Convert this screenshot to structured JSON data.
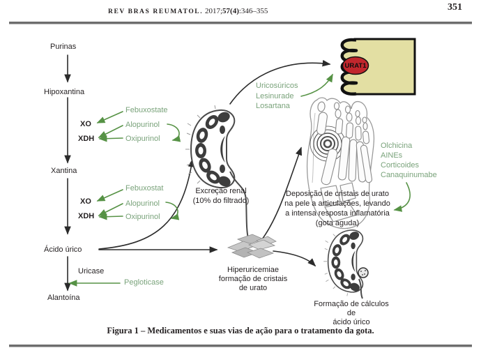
{
  "header": {
    "journal_name": "REV BRAS REUMATOL.",
    "journal_year": " 2017;",
    "journal_volume": "57(4)",
    "journal_pages": ":346–355",
    "page_number": "351"
  },
  "pathway": {
    "purinas": "Purinas",
    "hipoxantina": "Hipoxantina",
    "xantina": "Xantina",
    "acido_urico": "Ácido úrico",
    "uricase": "Uricase",
    "alantoina": "Alantoína",
    "xo_1": "XO",
    "xdh_1": "XDH",
    "xo_2": "XO",
    "xdh_2": "XDH"
  },
  "drugs": {
    "xo_inhibitors_1": [
      "Febuxostate",
      "Alopurinol",
      "Oxipurinol"
    ],
    "xo_inhibitors_2": [
      "Febuxostat",
      "Alopurinol",
      "Oxipurinol"
    ],
    "uricase_drug": "Pegloticase",
    "uricosuric": [
      "Uricosúricos",
      "Lesinurade",
      "Losartana"
    ],
    "antiinflammatory": [
      "Olchicina",
      "AINEs",
      "Corticoides",
      "Canaquinumabe"
    ]
  },
  "labels": {
    "urat1": "URAT1",
    "renal_excretion": "Excreção renal\n(10% do filtrado)",
    "deposition": "Deposição de cristais de urato\nna pele a articulações, levando\na intensa resposta inflamatória\n(gota aguda)",
    "hyperuricemia": "Hiperuricemiae\nformação de cristais\nde urato",
    "stones": "Formação de cálculos de\nácido úrico"
  },
  "caption": "Figura 1 – Medicamentos e suas vias de ação para o tratamento da gota.",
  "colors": {
    "drug_green": "#7aa37b",
    "arrow_green": "#569245",
    "membrane_yellow": "#e3dfa3",
    "urat1_red": "#c1272d",
    "text_black": "#231f20"
  }
}
